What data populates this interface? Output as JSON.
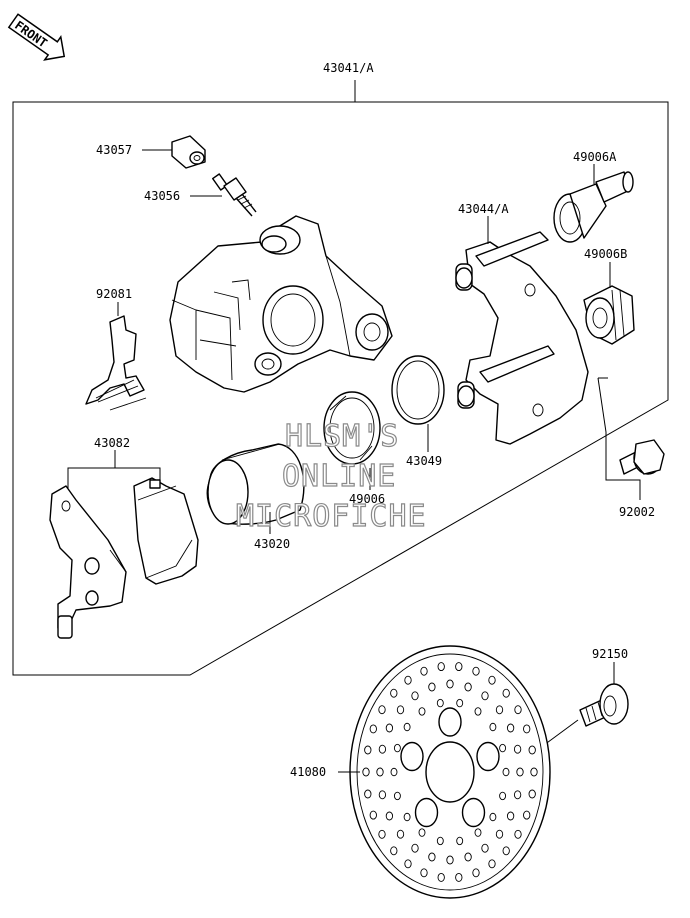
{
  "front_badge": "FRONT",
  "assembly_label": "43041/A",
  "parts": {
    "p43057": "43057",
    "p43056": "43056",
    "p92081": "92081",
    "p43082": "43082",
    "p43020": "43020",
    "p49006": "49006",
    "p43049": "43049",
    "p43044A": "43044/A",
    "p49006A": "49006A",
    "p49006B": "49006B",
    "p92002": "92002",
    "p92150": "92150",
    "p41080": "41080"
  },
  "watermark": {
    "line1": "HLSM'S",
    "line2": "ONLINE",
    "line3": "MICROFICHE"
  }
}
